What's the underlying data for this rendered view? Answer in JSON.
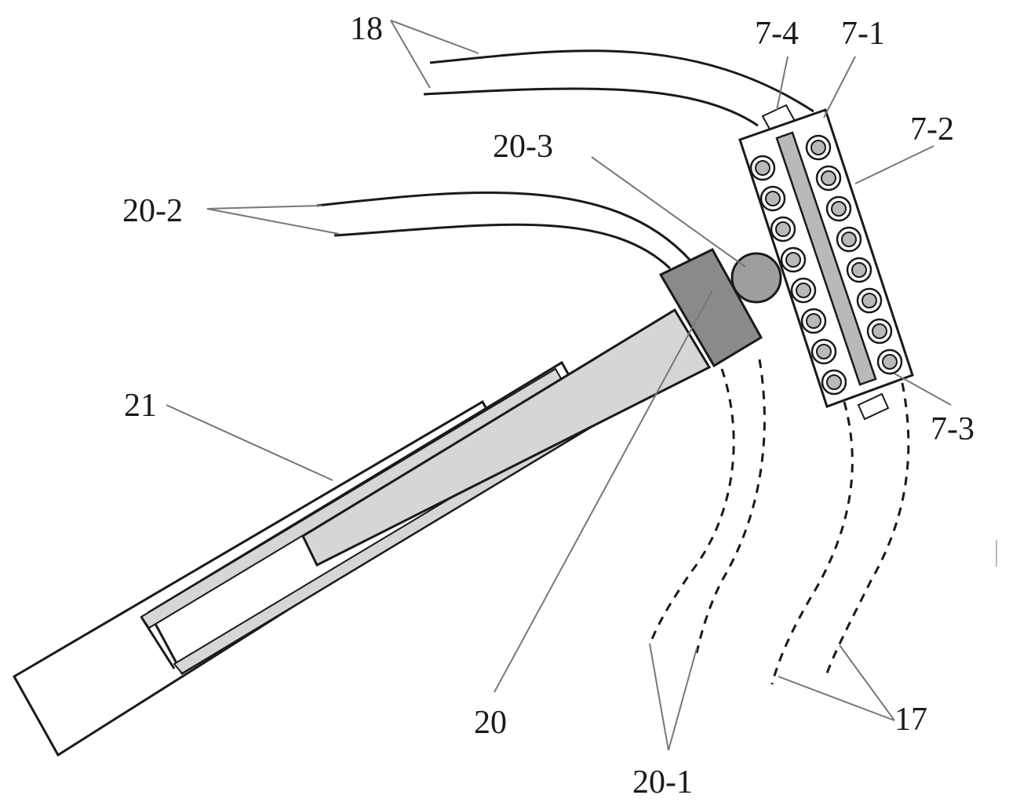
{
  "labels": {
    "l18": "18",
    "l7_4": "7-4",
    "l7_1": "7-1",
    "l7_2": "7-2",
    "l20_3": "20-3",
    "l20_2": "20-2",
    "l21": "21",
    "l7_3": "7-3",
    "l20": "20",
    "l20_1": "20-1",
    "l17": "17"
  },
  "colors": {
    "line": "#1a1a1a",
    "leader": "#777777",
    "fill_light": "#d6d6d6",
    "fill_dark": "#8a8a8a",
    "fill_roller": "#b9b9b9"
  }
}
